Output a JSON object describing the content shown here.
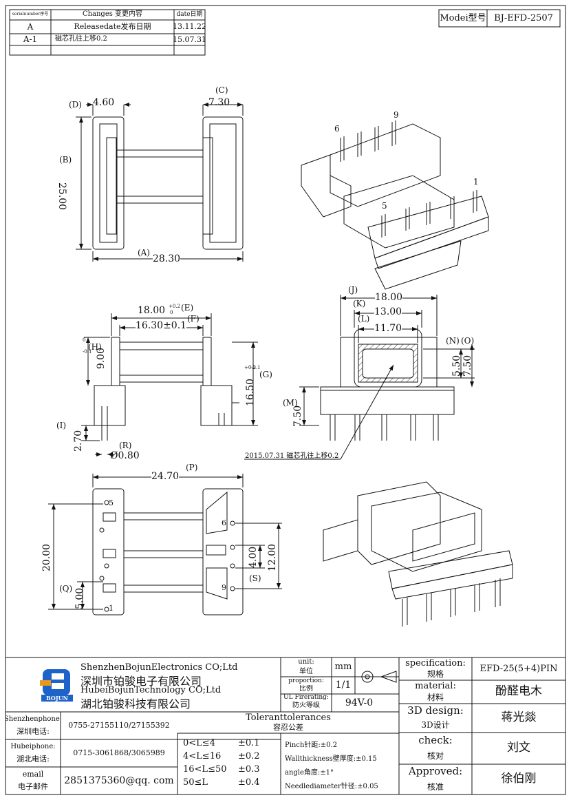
{
  "model": {
    "label": "Modei型号",
    "value": "BJ-EFD-2507"
  },
  "revision_table": {
    "headers": [
      "serialnumber序号",
      "Changes 变更内容",
      "date日期"
    ],
    "rows": [
      {
        "serial": "A",
        "change": "Releasedate发布日期",
        "date": "13.11.22"
      },
      {
        "serial": "A-1",
        "change": "磁芯孔往上移0.2",
        "date": "15.07.31"
      },
      {
        "serial": "",
        "change": "",
        "date": ""
      }
    ]
  },
  "dims": {
    "d": "(D)",
    "d_val": "4.60",
    "c": "(C)",
    "c_val": "7.30",
    "b": "(B)",
    "b_val": "25.00",
    "a": "(A)",
    "a_val": "28.30",
    "e": "(E)",
    "e_val": "18.00",
    "e_tol": "+0.2",
    "e_tol2": "0",
    "f": "(F)",
    "f_val": "16.30±0.1",
    "h": "(H)",
    "h_val": "9.00",
    "h_tol": "0",
    "h_tol2": "-0.1",
    "g": "(G)",
    "g_val": "16.50",
    "g_tol": "+0.2",
    "g_tol2": "-0.1",
    "i": "(I)",
    "i_val": "2.70",
    "r": "(R)",
    "r_val": "Ø0.80",
    "j": "(J)",
    "j_val": "18.00",
    "k": "(K)",
    "k_val": "13.00",
    "l": "(L)",
    "l_val": "11.70",
    "n": "(N)",
    "o": "(O)",
    "n_val": "5.50",
    "o_val": "7.50",
    "m": "(M)",
    "m_val": "7.50",
    "p": "(P)",
    "p_val": "24.70",
    "q": "(Q)",
    "q_val": "5.00",
    "s": "(S)",
    "s_val": "4.00",
    "s_val2": "12.00",
    "h20": "20.00"
  },
  "pins": {
    "p1": "1",
    "p5": "5",
    "p6": "6",
    "p9": "9"
  },
  "note": "2015.07.31 磁芯孔往上移0.2",
  "company": {
    "logo_text": "BOJUN",
    "name_en1": "ShenzhenBojunElectronics CO;Ltd",
    "name_cn1": "深圳市铂骏电子有限公司",
    "name_en2": "HubeiBojunTechnology CO;Ltd",
    "name_cn2": "湖北铂骏科技有限公司"
  },
  "title_block": {
    "unit_label": "unit:",
    "unit_cn": "单位",
    "unit_val": "mm",
    "proportion_label": "proportion:",
    "proportion_cn": "比例",
    "proportion_val": "1/1",
    "ul_label": "UL Firerating:",
    "ul_cn": "防火等级",
    "ul_val": "94V-0",
    "spec_label": "specification:",
    "spec_cn": "规格",
    "spec_val": "EFD-25(5+4)PIN",
    "material_label": "material:",
    "material_cn": "材料",
    "material_val": "酚醛电木",
    "design_label": "3D design:",
    "design_cn": "3D设计",
    "design_val": "蒋光燚",
    "check_label": "check:",
    "check_cn": "核对",
    "check_val": "刘文",
    "approved_label": "Approved:",
    "approved_cn": "核准",
    "approved_val": "徐伯刚"
  },
  "contacts": {
    "sz_label": "Shenzhenphone:",
    "sz_cn": "深圳电话:",
    "sz_val": "0755-27155110/27155392",
    "hb_label": "Hubeiphone:",
    "hb_cn": "湖北电话:",
    "hb_val": "0715-3061868/3065989",
    "email_label": "email",
    "email_cn": "电子邮件",
    "email_val": "2851375360@qq. com"
  },
  "tolerances": {
    "title": "Toleranttolerances",
    "title_cn": "容忍公差",
    "ranges": [
      {
        "range": "0<L≤4",
        "tol": "±0.1"
      },
      {
        "range": "4<L≤16",
        "tol": "±0.2"
      },
      {
        "range": "16<L≤50",
        "tol": "±0.3"
      },
      {
        "range": "50≤L",
        "tol": "±0.4"
      }
    ],
    "notes": [
      "Pinch针距:±0.2",
      "Wallthickness壁厚度:±0.15",
      "angle角度:±1°",
      "Needlediameter针径:±0.05"
    ]
  },
  "colors": {
    "logo_blue": "#1e63c8",
    "logo_orange": "#e89a1a",
    "ink": "#111111"
  }
}
